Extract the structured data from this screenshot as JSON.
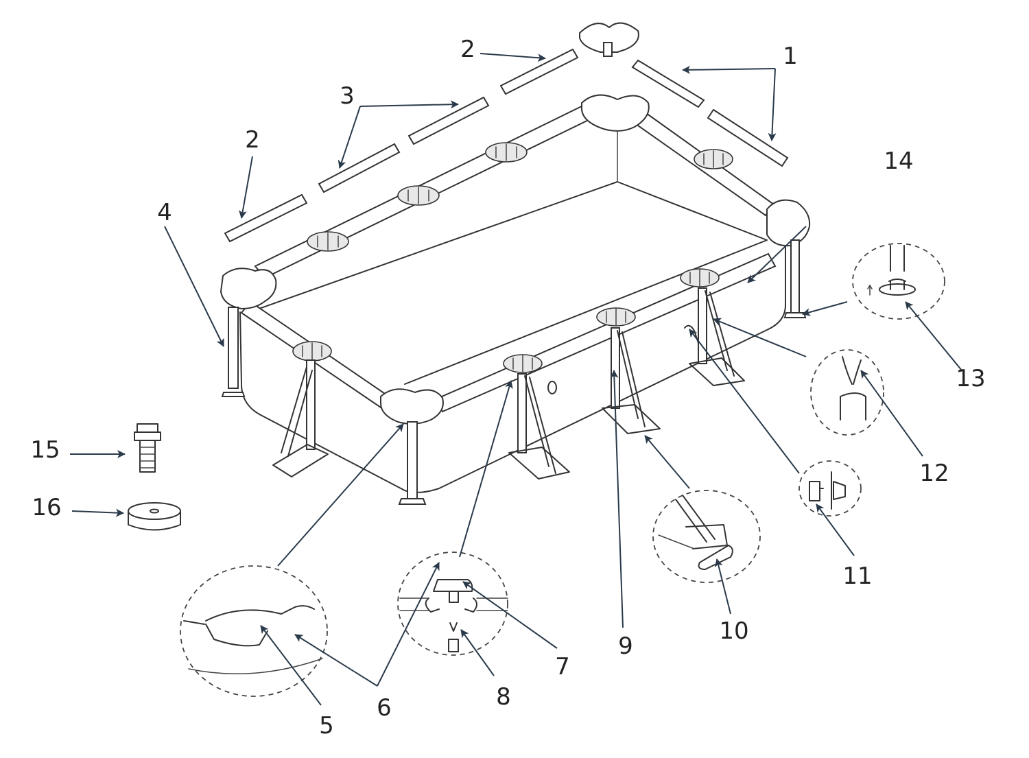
{
  "diagram": {
    "labels": [
      {
        "id": "1",
        "text": "1"
      },
      {
        "id": "2a",
        "text": "2"
      },
      {
        "id": "2b",
        "text": "2"
      },
      {
        "id": "3",
        "text": "3"
      },
      {
        "id": "4",
        "text": "4"
      },
      {
        "id": "5",
        "text": "5"
      },
      {
        "id": "6",
        "text": "6"
      },
      {
        "id": "7",
        "text": "7"
      },
      {
        "id": "8",
        "text": "8"
      },
      {
        "id": "9",
        "text": "9"
      },
      {
        "id": "10",
        "text": "10"
      },
      {
        "id": "11",
        "text": "11"
      },
      {
        "id": "12",
        "text": "12"
      },
      {
        "id": "13",
        "text": "13"
      },
      {
        "id": "14",
        "text": "14"
      },
      {
        "id": "15",
        "text": "15"
      },
      {
        "id": "16",
        "text": "16"
      }
    ],
    "colors": {
      "line": "#333333",
      "arrow": "#2a3a4a",
      "background": "#ffffff"
    }
  }
}
